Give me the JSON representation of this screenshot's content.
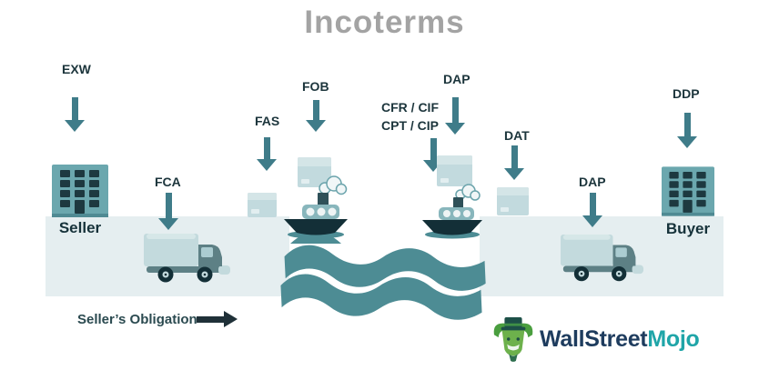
{
  "title": "Incoterms",
  "terms": {
    "exw": "EXW",
    "fca": "FCA",
    "fas": "FAS",
    "fob": "FOB",
    "dap_sea": "DAP",
    "cfr_cif": "CFR / CIF",
    "cpt_cip": "CPT / CIP",
    "dat": "DAT",
    "dap_land": "DAP",
    "ddp": "DDP"
  },
  "endpoints": {
    "seller": "Seller",
    "buyer": "Buyer"
  },
  "legend": {
    "sellers_obligation": "Seller’s Obligation"
  },
  "logo": {
    "wallstreet": "WallStreet",
    "mojo": "Mojo"
  },
  "icons": {
    "down-arrow-icon": "↓ teal obligation arrow",
    "right-arrow-icon": "→ dark legend arrow",
    "building-icon": "office building with dark window grid",
    "truck-icon": "delivery truck facing right",
    "cargo-ship-icon": "steam cargo ship with smoke",
    "package-icon": "light teal shipping box",
    "water-waves-icon": "teal wavy water band",
    "bull-mascot-icon": "WallStreetMojo bull wearing top hat"
  },
  "colors": {
    "title_gray": "#a3a3a3",
    "ink_dark": "#1c353c",
    "arrow_teal": "#3f7c89",
    "water_teal": "#4d8c94",
    "ground_band": "#e5eef0",
    "building_teal": "#6ba7ae",
    "icon_light_teal": "#c6dce0",
    "hull_dark": "#132f37",
    "legend_arrow_dark": "#1f3038",
    "logo_navy": "#1e3c5e",
    "logo_teal": "#1fa5a8",
    "logo_green": "#6db14c"
  }
}
